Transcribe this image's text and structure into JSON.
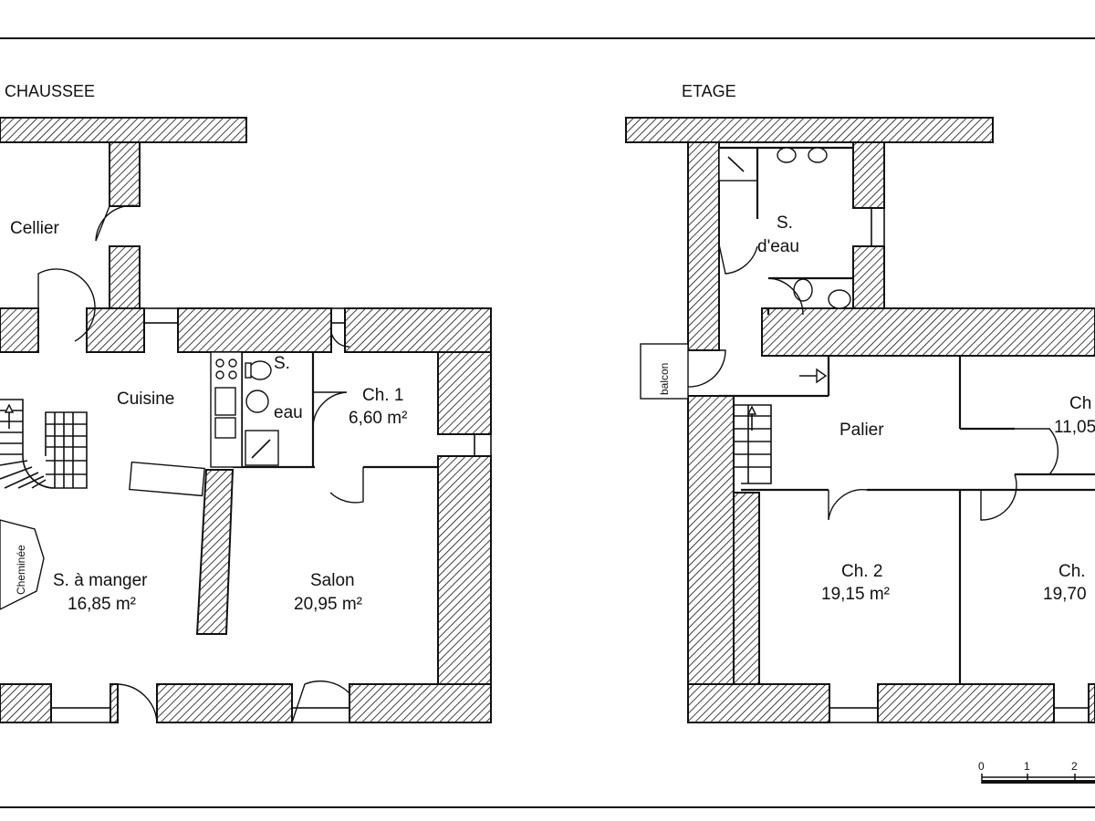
{
  "titles": {
    "ground": "CHAUSSEE",
    "upper": "ETAGE"
  },
  "rooms": {
    "cellier": "Cellier",
    "cuisine": "Cuisine",
    "sdeau_ground_1": "S.",
    "sdeau_ground_2": "eau",
    "ch1_name": "Ch. 1",
    "ch1_area": "6,60 m²",
    "cheminee": "Cheminée",
    "sam_name": "S. à manger",
    "sam_area": "16,85 m²",
    "salon_name": "Salon",
    "salon_area": "20,95 m²",
    "sdeau_upper_1": "S.",
    "sdeau_upper_2": "d'eau",
    "balcon": "balcon",
    "palier": "Palier",
    "ch3_name": "Ch",
    "ch3_area": "11,05",
    "ch2_name": "Ch. 2",
    "ch2_area": "19,15 m²",
    "ch4_name": "Ch.",
    "ch4_area": "19,70"
  },
  "scale": {
    "ticks": [
      "0",
      "1",
      "2"
    ]
  }
}
